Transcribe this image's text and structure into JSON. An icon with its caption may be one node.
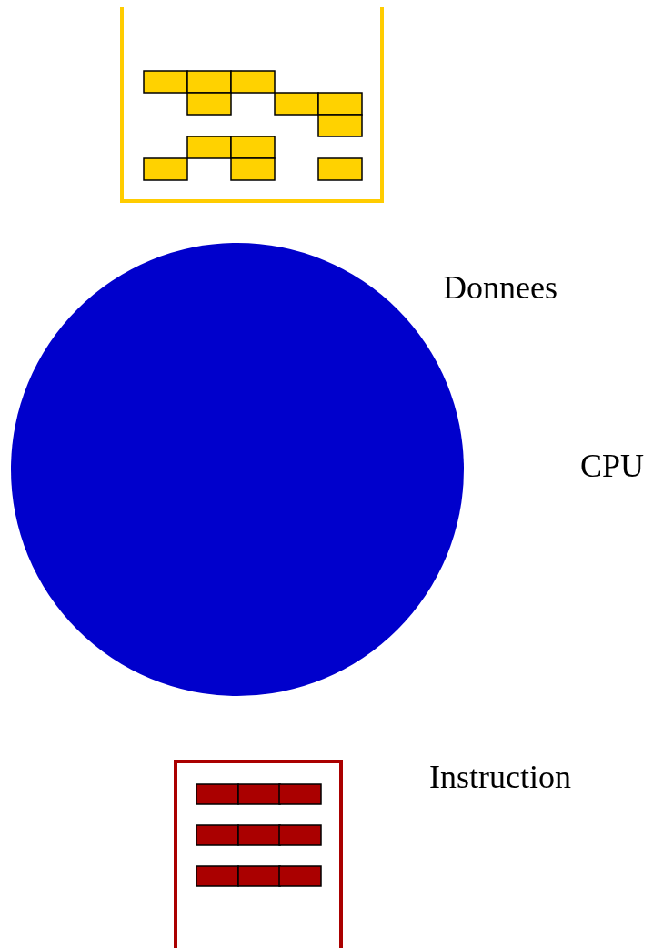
{
  "diagram": {
    "labels": [
      "Donnees",
      "CPU",
      "Instruction"
    ]
  }
}
